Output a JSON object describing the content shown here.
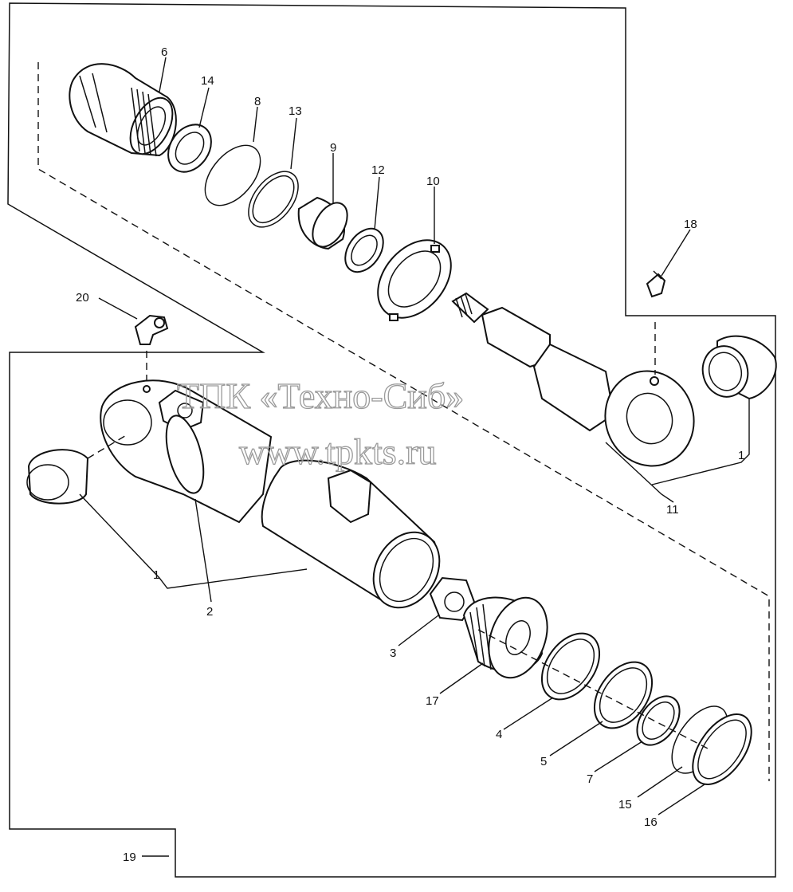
{
  "watermark": {
    "line1": "ТПК «Техно-Сиб»",
    "line2": "www.tpkts.ru"
  },
  "callouts": {
    "p1_left": "1",
    "p1_right": "1",
    "p2": "2",
    "p3": "3",
    "p4": "4",
    "p5": "5",
    "p6": "6",
    "p7": "7",
    "p8": "8",
    "p9": "9",
    "p10": "10",
    "p11": "11",
    "p12": "12",
    "p13": "13",
    "p14": "14",
    "p15": "15",
    "p16": "16",
    "p17": "17",
    "p18": "18",
    "p19": "19",
    "p20": "20"
  }
}
